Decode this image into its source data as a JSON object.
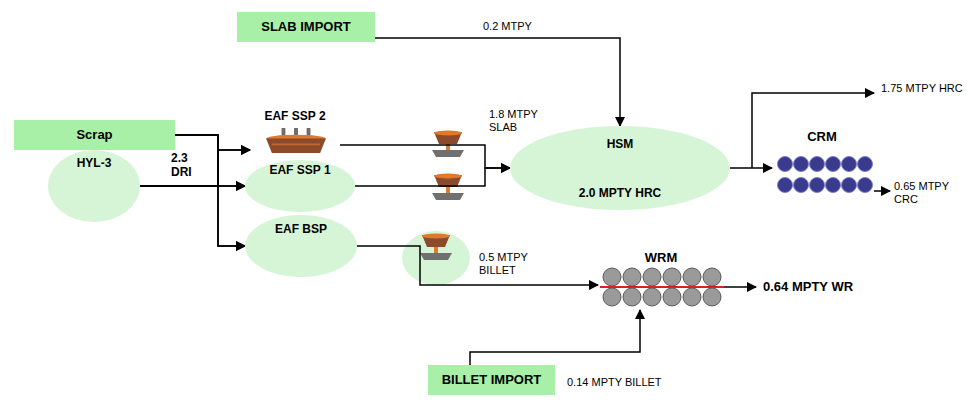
{
  "diagram": {
    "nodes": [
      {
        "text": [
          "SLAB IMPORT"
        ]
      },
      {
        "text": [
          "Scrap"
        ]
      },
      {
        "text": [
          "HYL-3"
        ]
      },
      {
        "text": [
          "EAF SSP 2"
        ]
      },
      {
        "text": [
          "EAF SSP 1"
        ]
      },
      {
        "text": [
          "EAF BSP"
        ]
      },
      {
        "text": [
          "HSM",
          "2.0 MPTY HRC"
        ]
      },
      {
        "text": [
          "CRM"
        ]
      },
      {
        "text": [
          "WRM"
        ]
      },
      {
        "text": [
          "BILLET IMPORT"
        ]
      }
    ],
    "edges": [
      {
        "from": 0,
        "to": 6,
        "arrow": "to",
        "label": "0.2 MTPY"
      },
      {
        "from": 1,
        "to": 3,
        "arrow": "to"
      },
      {
        "from": 1,
        "to": 4,
        "arrow": "to"
      },
      {
        "from": 1,
        "to": 5,
        "arrow": "to"
      },
      {
        "from": 2,
        "to": 3,
        "arrow": "to"
      },
      {
        "from": 2,
        "to": 4,
        "arrow": "to",
        "label": "2.3 DRI"
      },
      {
        "from": 2,
        "to": 5,
        "arrow": "to"
      },
      {
        "from": 3,
        "to": 6,
        "arrow": "to"
      },
      {
        "from": 4,
        "to": 6,
        "arrow": "to"
      },
      {
        "from": 5,
        "to": 8,
        "arrow": "to",
        "label": "0.5 MTPY BILLET"
      },
      {
        "from": 6,
        "to": 7,
        "arrow": "to"
      },
      {
        "from": 9,
        "to": 8,
        "arrow": "to",
        "label": "0.14 MPTY BILLET"
      }
    ],
    "labels": [
      "1.8 MTPY SLAB",
      "1.75 MTPY HRC",
      "0.65 MTPY CRC",
      "0.64 MPTY WR"
    ]
  }
}
